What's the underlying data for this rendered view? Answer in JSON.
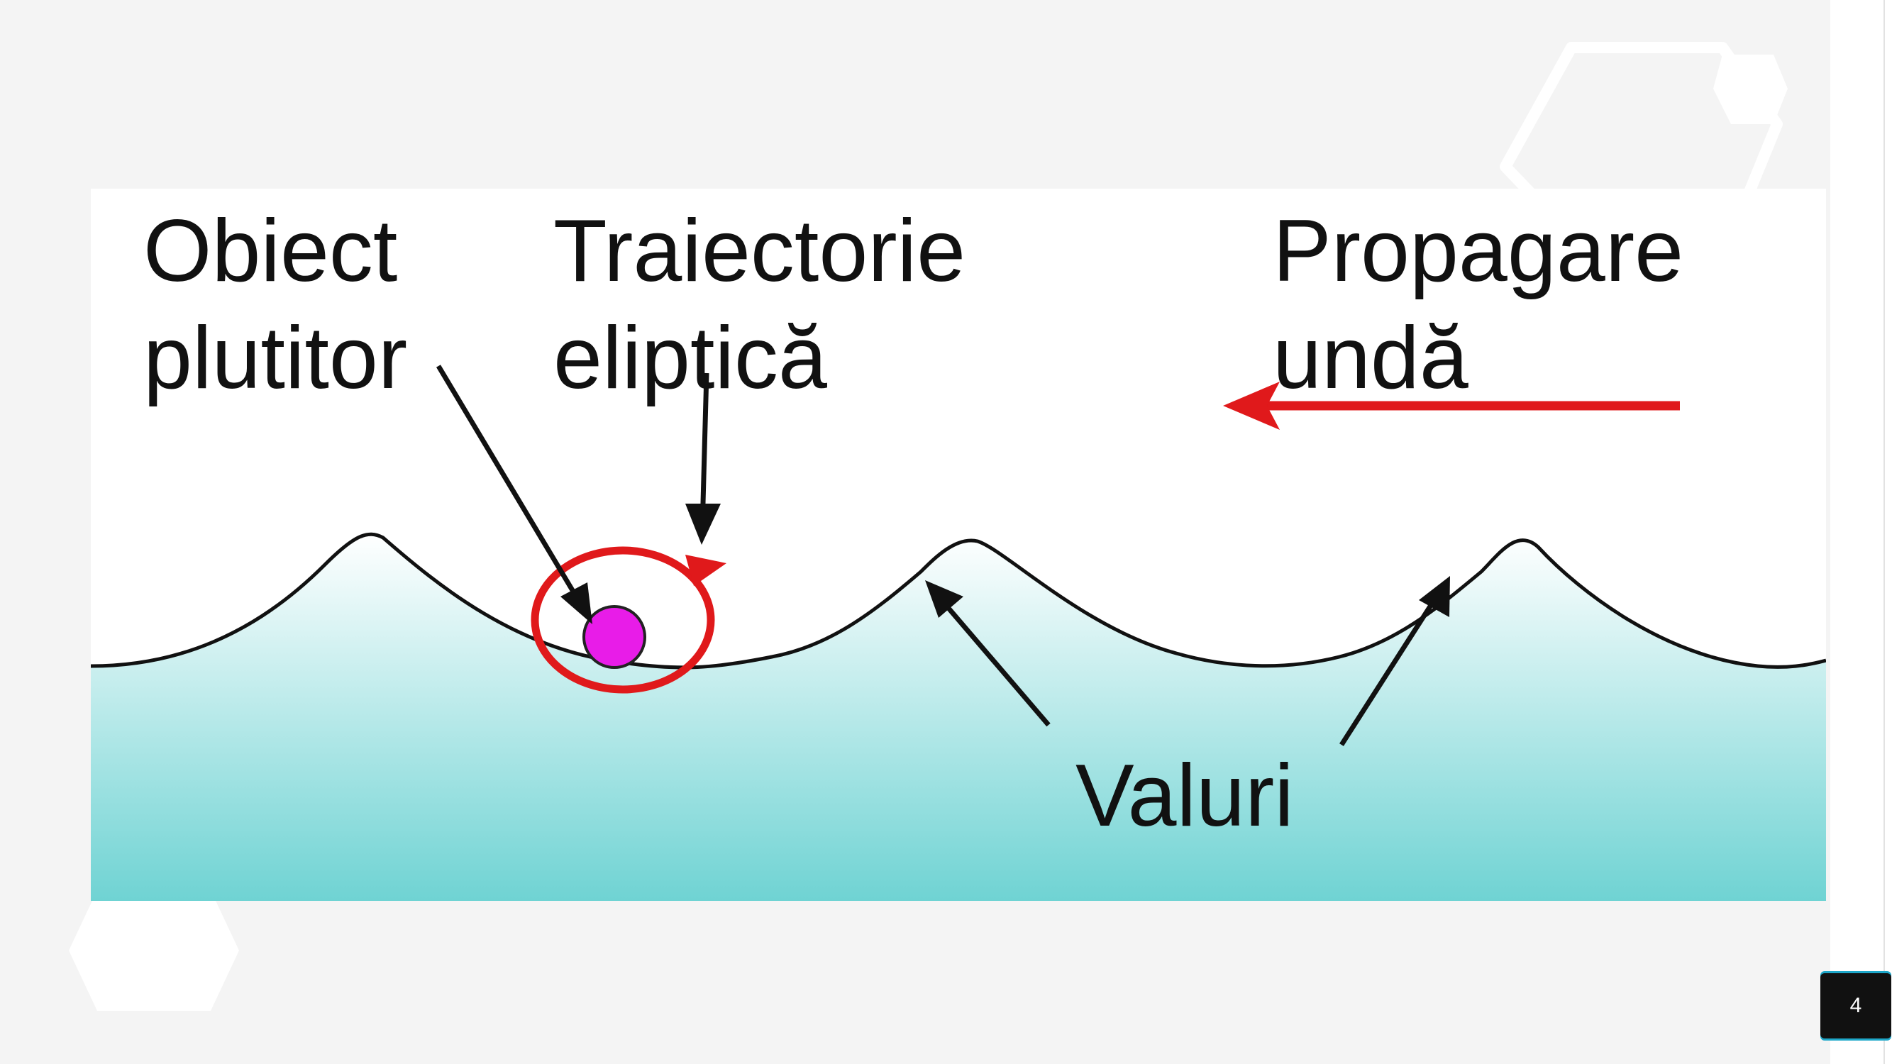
{
  "slide": {
    "page_number": "4"
  },
  "figure": {
    "labels": {
      "obiect_line1": "Obiect",
      "obiect_line2": "plutitor",
      "traiectorie_line1": "Traiectorie",
      "traiectorie_line2": "eliptică",
      "propagare_line1": "Propagare",
      "propagare_line2": "undă",
      "valuri": "Valuri"
    },
    "colors": {
      "water_top": "#ffffff",
      "water_bottom": "#6fd3d3",
      "wave_line": "#111111",
      "orbit": "#e0191b",
      "propagation_arrow": "#e0191b",
      "float_object": "#e81ce8"
    }
  }
}
